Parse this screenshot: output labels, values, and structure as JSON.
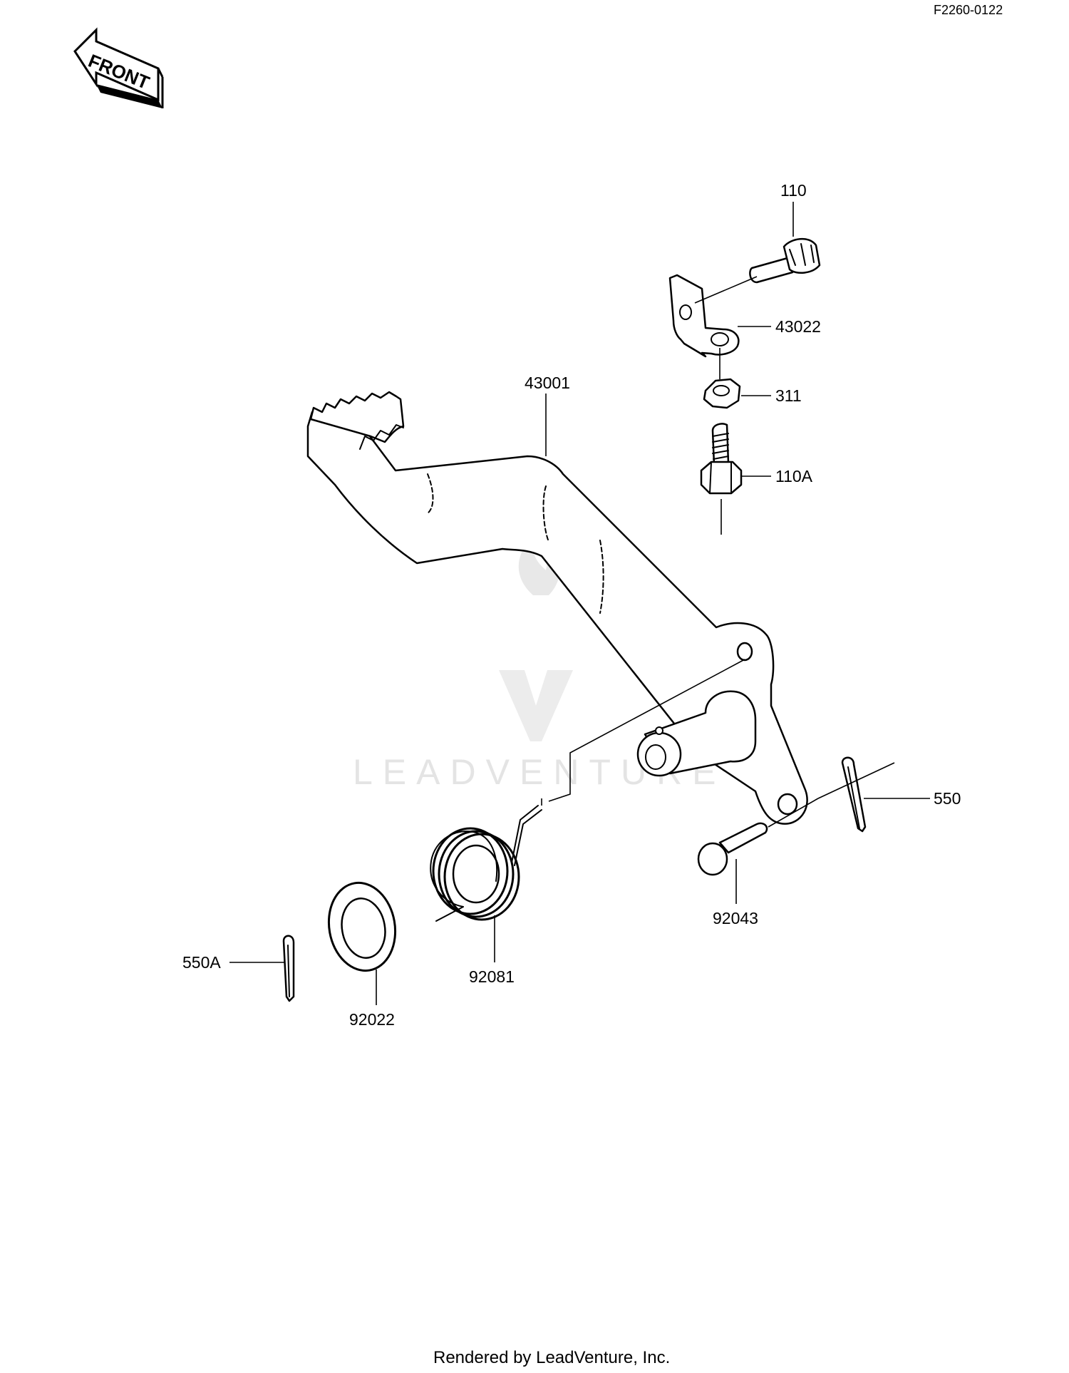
{
  "diagram": {
    "ref_code": "F2260-0122",
    "front_label": "FRONT",
    "watermark": "LEADVENTURE",
    "footer": "Rendered by LeadVenture, Inc."
  },
  "callouts": {
    "p110": "110",
    "p43022": "43022",
    "p311": "311",
    "p110a": "110A",
    "p43001": "43001",
    "p550": "550",
    "p92043": "92043",
    "p550a": "550A",
    "p92022": "92022",
    "p92081": "92081"
  }
}
